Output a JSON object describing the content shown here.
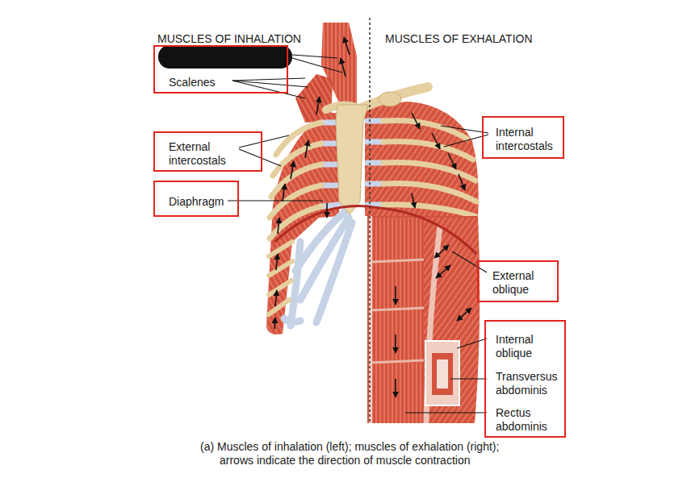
{
  "diagram": {
    "caption": "(a) Muscles of inhalation (left); muscles of exhalation (right); arrows indicate the direction of muscle contraction",
    "nodes": [
      {
        "text": [
          "Scalenes"
        ]
      },
      {
        "text": [
          "External intercostals"
        ]
      },
      {
        "text": [
          "Diaphragm"
        ]
      },
      {
        "text": [
          "Internal intercostals"
        ]
      },
      {
        "text": [
          "External oblique"
        ]
      },
      {
        "text": [
          "Internal oblique",
          "Transversus abdominis",
          "Rectus abdominis"
        ]
      }
    ],
    "labels": [
      "MUSCLES OF INHALATION",
      "MUSCLES OF EXHALATION"
    ]
  }
}
